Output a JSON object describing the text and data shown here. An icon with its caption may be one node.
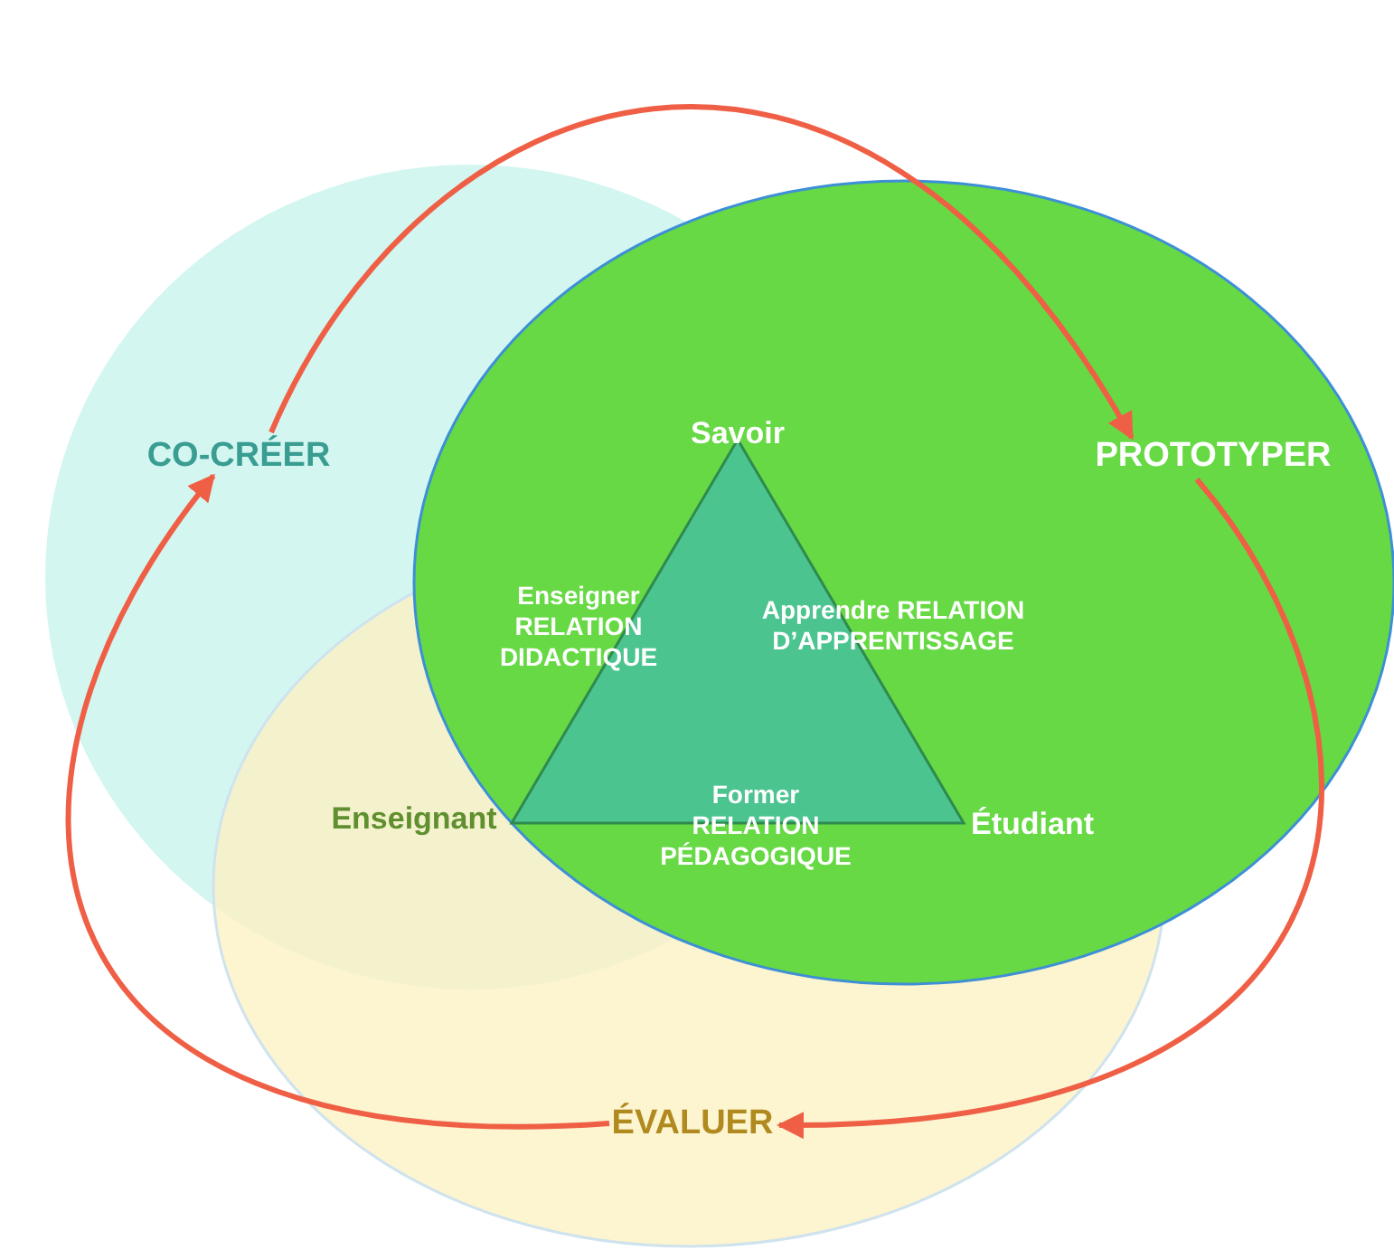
{
  "diagram": {
    "nodes": [
      {
        "text": [
          "CO-CRÉER"
        ]
      },
      {
        "text": [
          "PROTOTYPER"
        ]
      },
      {
        "text": [
          "ÉVALUER"
        ]
      },
      {
        "text": [
          "Former RELATION PÉDAGOGIQUE"
        ],
        "beside": [
          "Savoir",
          "Enseignant",
          "Étudiant"
        ]
      }
    ],
    "edges": [
      {
        "from": 0,
        "to": 1,
        "arrow": "to"
      },
      {
        "from": 1,
        "to": 2,
        "arrow": "to"
      },
      {
        "from": 2,
        "to": 0,
        "arrow": "to"
      }
    ],
    "labels": [
      "Enseigner RELATION DIDACTIQUE",
      "Apprendre RELATION D’APPRENTISSAGE"
    ]
  }
}
